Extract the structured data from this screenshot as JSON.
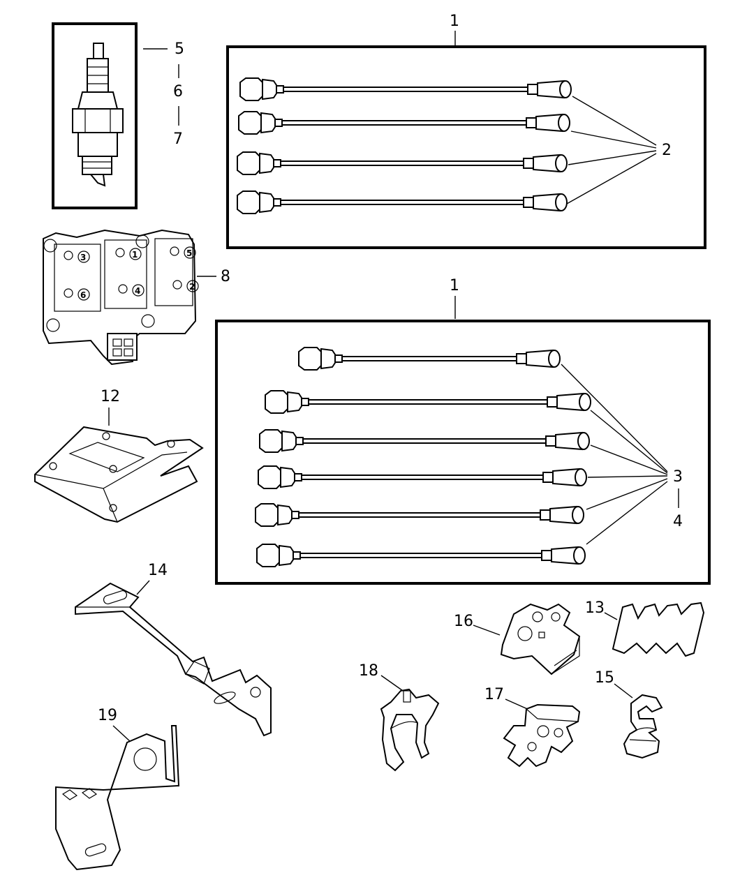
{
  "callouts": {
    "c1_top": "1",
    "c1_bottom": "1",
    "c2": "2",
    "c3": "3",
    "c4": "4",
    "c5": "5",
    "c6": "6",
    "c7": "7",
    "c8": "8",
    "c12": "12",
    "c13": "13",
    "c14": "14",
    "c15": "15",
    "c16": "16",
    "c17": "17",
    "c18": "18",
    "c19": "19"
  },
  "coil_pack": {
    "terminals": [
      "3",
      "1",
      "5",
      "6",
      "4",
      "2"
    ]
  }
}
